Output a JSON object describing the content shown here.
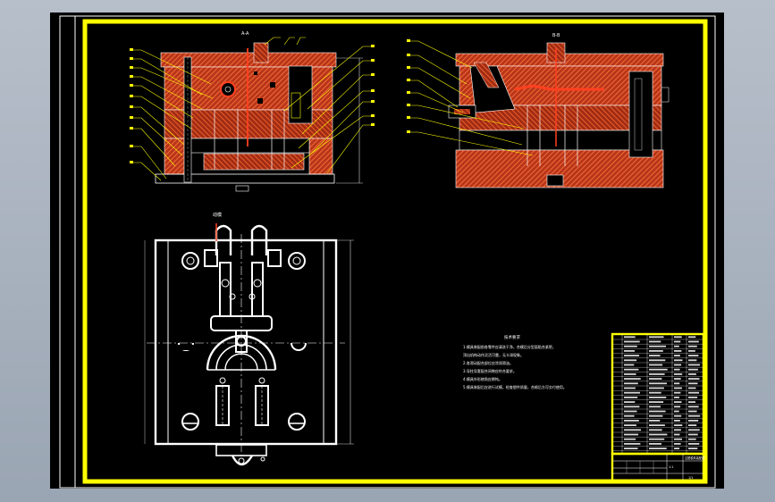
{
  "colors": {
    "border": "#ffff00",
    "hatch": "#e04a1e",
    "hatch_dark": "#7a1e0a",
    "linework": "#ffffff",
    "leader": "#ffff00",
    "background": "#000000",
    "viewport_bg": "#a3adba"
  },
  "views": {
    "front_section_label": "A-A",
    "side_section_label": "B-B",
    "plan_label": "动模"
  },
  "technical_requirements": {
    "title": "技术要求",
    "lines": [
      "1.模具装配前各零件应清洗干净，合模后分型面贴合紧密，",
      "顶出机构动作灵活可靠，无卡滞现象。",
      "2.各滑动配合部位应涂润滑油。",
      "3.导柱导套配合间隙应符合要求。",
      "4.模具外形棱角应倒钝。",
      "5.模具装配后应进行试模，检查塑件质量，合格后方可交付使用。"
    ]
  },
  "title_block": {
    "drawing_name": "注塑模具装配图",
    "scale": "1:1",
    "sheet": "1/1"
  }
}
